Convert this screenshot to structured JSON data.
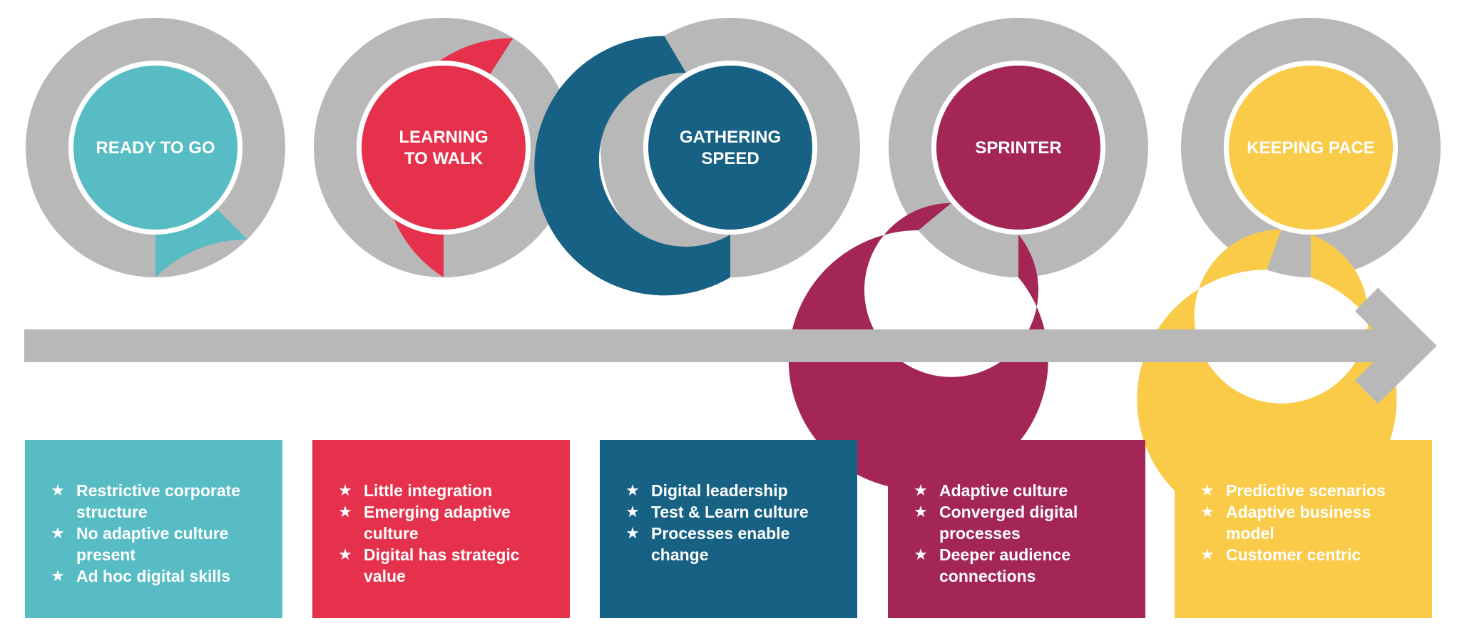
{
  "colors": {
    "track": "#b8b8b8",
    "arrow": "#b8b8b8",
    "gap": "#ffffff"
  },
  "stages": [
    {
      "label_lines": [
        "READY TO GO"
      ],
      "color": "#57bcc4",
      "progress": 0.125,
      "bullets": [
        "Restrictive corporate structure",
        "No adaptive culture present",
        "Ad hoc digital skills"
      ]
    },
    {
      "label_lines": [
        "LEARNING",
        "TO WALK"
      ],
      "color": "#e5314c",
      "progress": 0.41,
      "bullets": [
        "Little integration",
        "Emerging adaptive culture",
        "Digital has strategic value"
      ]
    },
    {
      "label_lines": [
        "GATHERING",
        "SPEED"
      ],
      "color": "#166184",
      "progress": 0.585,
      "bullets": [
        "Digital leadership",
        "Test & Learn culture",
        "Processes enable change"
      ]
    },
    {
      "label_lines": [
        "SPRINTER"
      ],
      "color": "#a32656",
      "progress": 0.86,
      "bullets": [
        "Adaptive culture",
        "Converged digital processes",
        "Deeper audience connections"
      ]
    },
    {
      "label_lines": [
        "KEEPING PACE"
      ],
      "color": "#facb48",
      "progress": 0.945,
      "bullets": [
        "Predictive scenarios",
        "Adaptive business model",
        "Customer centric"
      ]
    }
  ],
  "bullet_icon": "star-icon",
  "bullet_glyph": "★"
}
